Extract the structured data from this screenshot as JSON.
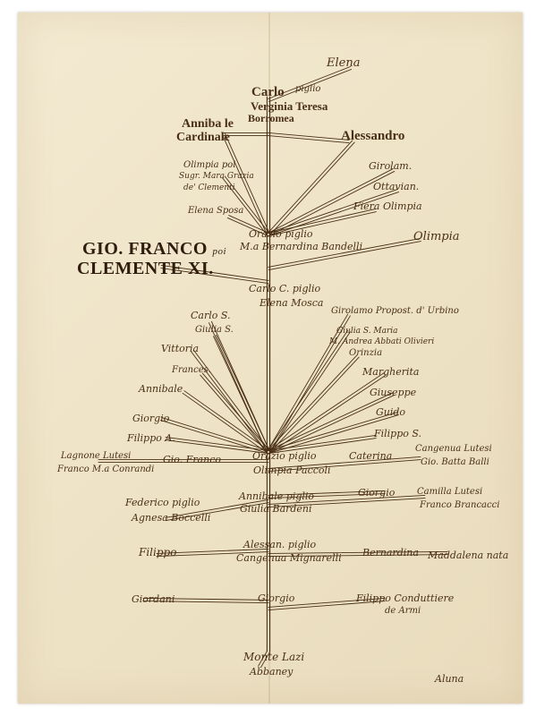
{
  "document": {
    "title_line1": "GIO. FRANCO",
    "title_line1_suffix": "poi",
    "title_line2": "CLEMENTE XI.",
    "signature": "Aluna",
    "ink_color": "#4a2f17",
    "paper_color": "#efe4c8"
  },
  "tree": {
    "top": {
      "elena": "Elena",
      "carlo": "Carlo",
      "carlo_note": "piglio",
      "virginia": "Verginia Teresa",
      "borromea": "Borromea",
      "annibale": "Anniba le",
      "annibale_note": "Cardinale",
      "alessandro": "Alessandro"
    },
    "gen2": {
      "olimpia_sugr": "Olimpia poi",
      "olimpia_sugr2": "Sugr. Mara Grazia",
      "olimpia_sugr3": "de' Clementi",
      "elena_sposa": "Elena Sposa",
      "girolamo": "Girolam.",
      "ottaviano": "Ottavian.",
      "fiera_olimpia": "Fiera Olimpia",
      "orazio": "Orazio piglio",
      "bernardina": "M.a Bernardina Bandelli",
      "olimpia_r": "Olimpia"
    },
    "gen3": {
      "carlo_c": "Carlo C. piglio",
      "elena_mosca": "Elena Mosca",
      "carlo_s": "Carlo S.",
      "giulia": "Giulia S.",
      "vittoria": "Vittoria",
      "francesco": "Frances.",
      "annibale_s": "Annibale",
      "giorgio": "Giorgio",
      "filippo_a": "Filippo A.",
      "girolamo_p": "Girolamo Propost. d' Urbino",
      "giulia_r": "Giulia S. Maria",
      "giulia_r2": "M. Andrea Abbati Olivieri",
      "orinzia": "Orinzia",
      "margherita": "Margherita",
      "giuseppe": "Giuseppe",
      "guido": "Guido"
    },
    "gen4": {
      "lagnone": "Lagnone Lutesi",
      "lagnone2": "Franco M.a Conrandi",
      "gio_franco": "Gio. Franco",
      "center": "Orazio piglio",
      "center2": "Olimpia Paccoli",
      "caterina": "Caterina",
      "filippo_s": "Filippo S.",
      "cangenua": "Cangenua Lutesi",
      "cangenua2": "Gio. Batta Balli"
    },
    "gen5": {
      "federico": "Federico piglio",
      "federico2": "Agnesa Boccelli",
      "annibale2": "Annibale piglio",
      "annibale2b": "Giulia Bardeni",
      "giorgio2": "Giorgio",
      "camilla": "Camilla Lutesi",
      "camilla2": "Franco Brancacci"
    },
    "gen6": {
      "filippo3": "Filippo",
      "aless_p": "Alessan. piglio",
      "aless_p2": "Cangenua Mignarelli",
      "bernardina2": "Bernardina",
      "maddalena": "Maddalena nata"
    },
    "gen7": {
      "giordano": "Giordani",
      "giorgio3": "Giorgio",
      "filippo4": "Filippo Conduttiere",
      "filippo4b": "de Armi"
    },
    "root": {
      "name": "Monte Lazi",
      "name2": "Abbaney"
    }
  }
}
